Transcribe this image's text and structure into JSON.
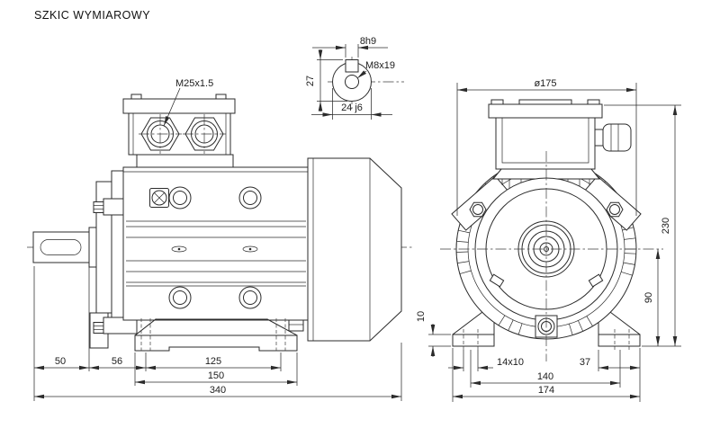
{
  "title": "SZKIC WYMIAROWY",
  "colors": {
    "background": "#ffffff",
    "line": "#2b2b2b",
    "text": "#1c1c1c"
  },
  "shaft_detail": {
    "key_width": "8h9",
    "key_height": "27",
    "center_thread": "M8x19",
    "shaft_diameter": "24 j6"
  },
  "side_view": {
    "gland_thread": "M25x1.5",
    "dim_shaft_length": "50",
    "dim_shaft_to_foot": "56",
    "dim_foot_holes": "125",
    "dim_foot_length": "150",
    "dim_total_length": "340"
  },
  "front_view": {
    "dim_body_diameter": "ø175",
    "dim_total_height": "230",
    "dim_shaft_center_height": "90",
    "dim_foot_thickness": "10",
    "dim_foot_slot": "14x10",
    "dim_foot_pad_width": "37",
    "dim_foot_hole_spacing": "140",
    "dim_foot_overall_width": "174"
  }
}
